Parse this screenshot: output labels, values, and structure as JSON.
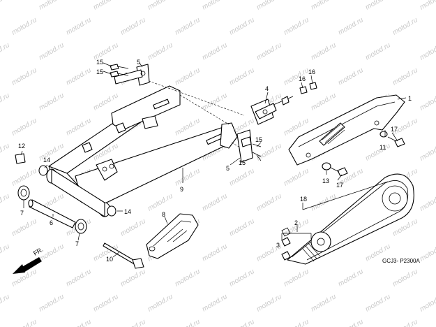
{
  "watermark": "motod.ru",
  "diagram_code": "GCJ3- P2300A",
  "direction_label": "FR.",
  "callouts": {
    "c1": "1",
    "c2": "2",
    "c3": "3",
    "c4": "4",
    "c5a": "5",
    "c5b": "5",
    "c6": "6",
    "c7a": "7",
    "c7b": "7",
    "c8": "8",
    "c9": "9",
    "c10": "10",
    "c11": "11",
    "c12": "12",
    "c13": "13",
    "c14a": "14",
    "c14b": "14",
    "c15a": "15",
    "c15b": "15",
    "c15c": "15",
    "c15d": "15",
    "c16a": "16",
    "c16b": "16",
    "c17a": "17",
    "c17b": "17",
    "c18": "18"
  }
}
